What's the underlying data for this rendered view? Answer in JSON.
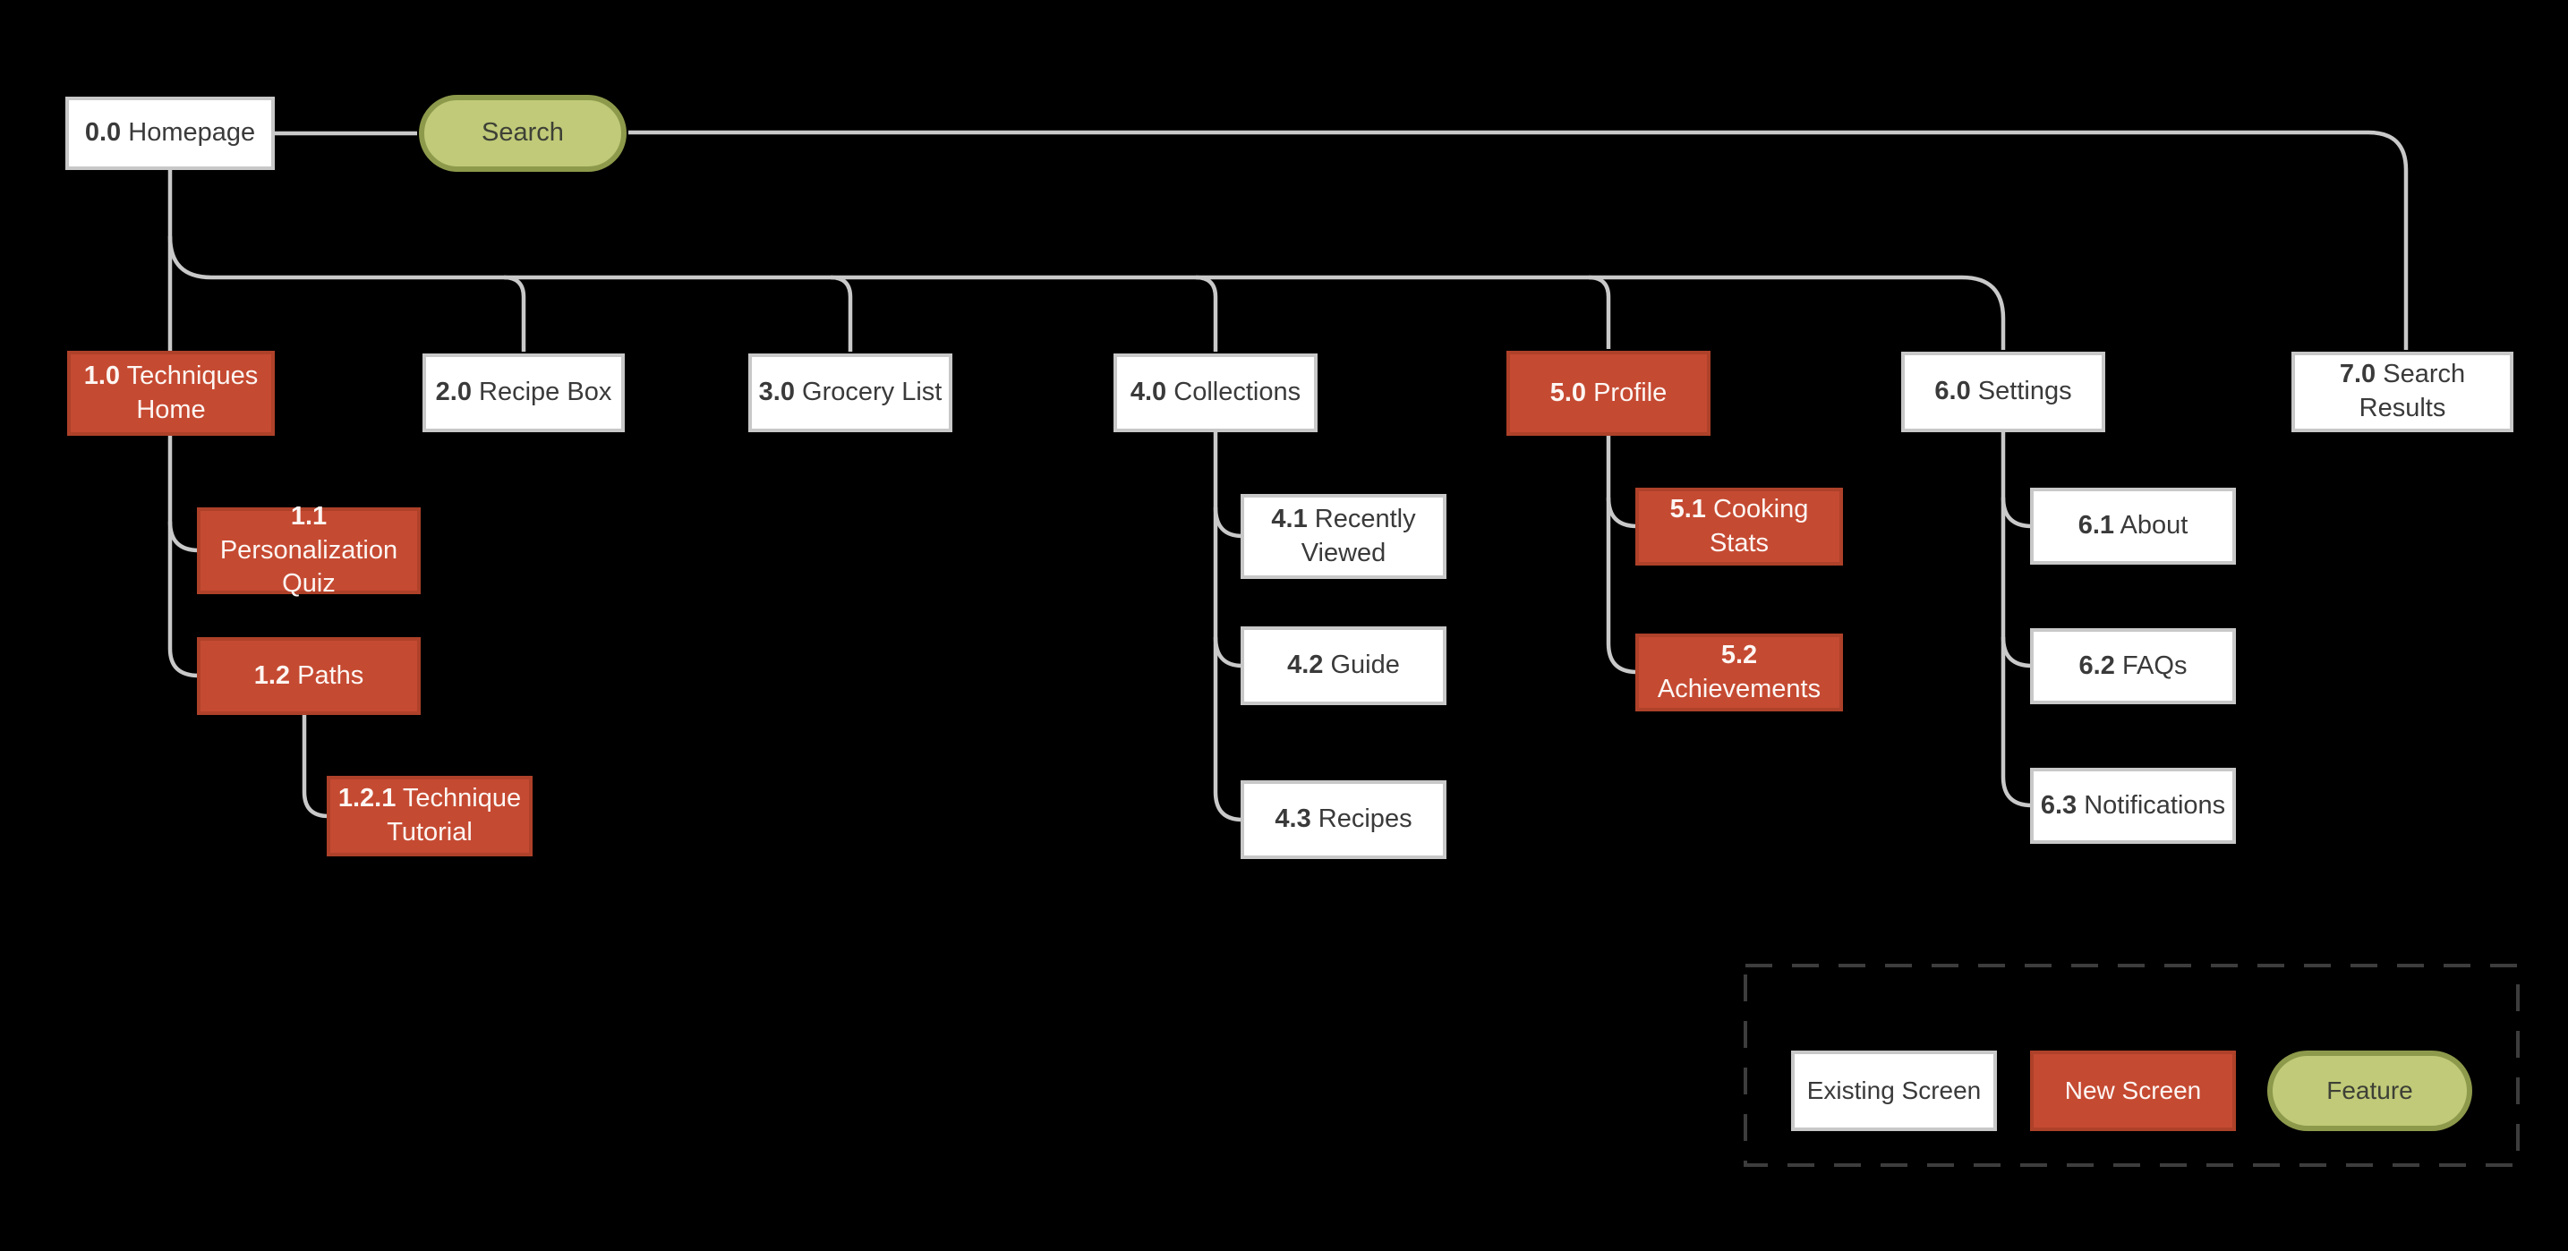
{
  "nodes": {
    "homepage": {
      "prefix": "0.0",
      "label": "Homepage"
    },
    "search": {
      "label": "Search"
    },
    "n1": {
      "prefix": "1.0",
      "label": "Techniques Home"
    },
    "n2": {
      "prefix": "2.0",
      "label": "Recipe Box"
    },
    "n3": {
      "prefix": "3.0",
      "label": "Grocery List"
    },
    "n4": {
      "prefix": "4.0",
      "label": "Collections"
    },
    "n5": {
      "prefix": "5.0",
      "label": "Profile"
    },
    "n6": {
      "prefix": "6.0",
      "label": "Settings"
    },
    "n7": {
      "prefix": "7.0",
      "label": "Search Results"
    },
    "n11": {
      "prefix": "1.1",
      "label": "Personalization Quiz"
    },
    "n12": {
      "prefix": "1.2",
      "label": "Paths"
    },
    "n121": {
      "prefix": "1.2.1",
      "label": "Technique Tutorial"
    },
    "n41": {
      "prefix": "4.1",
      "label": "Recently Viewed"
    },
    "n42": {
      "prefix": "4.2",
      "label": "Guide"
    },
    "n43": {
      "prefix": "4.3",
      "label": "Recipes"
    },
    "n51": {
      "prefix": "5.1",
      "label": "Cooking Stats"
    },
    "n52": {
      "prefix": "5.2",
      "label": "Achievements"
    },
    "n61": {
      "prefix": "6.1",
      "label": "About"
    },
    "n62": {
      "prefix": "6.2",
      "label": "FAQs"
    },
    "n63": {
      "prefix": "6.3",
      "label": "Notifications"
    }
  },
  "legend": {
    "existing_label": "Existing Screen",
    "new_label": "New Screen",
    "feature_label": "Feature"
  },
  "colors": {
    "background": "#000000",
    "existing_fill": "#ffffff",
    "existing_border": "#c8c8c8",
    "new_fill": "#c54a32",
    "new_border": "#ae4129",
    "feature_fill": "#c0ca78",
    "feature_border": "#8e9a4b",
    "connector": "#c9c9c9",
    "text_dark": "#3a3a3a",
    "text_light": "#fdf6f3",
    "legend_border": "#3d3d3d"
  }
}
